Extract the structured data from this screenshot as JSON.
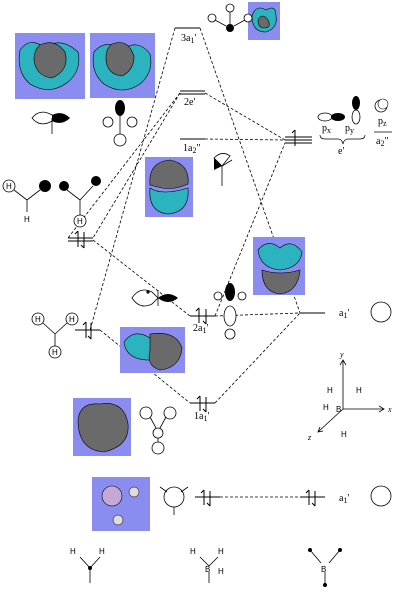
{
  "mo_labels": {
    "a3": "3a",
    "a3_sym": "1",
    "e2": "2e'",
    "a2pp": "1a",
    "a2pp_sym": "2",
    "a2_2": "2a",
    "a2_2_sym": "1",
    "a1_1": "1a",
    "a1_1_sym": "1"
  },
  "boron_labels": {
    "px": "p",
    "px_sub": "x",
    "py": "p",
    "py_sub": "y",
    "pz": "p",
    "pz_sub": "z",
    "e_prime": "e'",
    "a2pp": "a",
    "a2pp_sub": "2",
    "a1_top": "a",
    "a1_top_sub": "1",
    "a1_bot": "a",
    "a1_bot_sub": "1"
  },
  "axes": {
    "x": "x",
    "y": "y",
    "z": "z"
  },
  "atoms": {
    "H": "H",
    "B": "B"
  },
  "colors": {
    "lobe_cyan": "#2bb3c0",
    "lobe_gray": "#6a6a6a",
    "panel": "#8a8cf0"
  }
}
